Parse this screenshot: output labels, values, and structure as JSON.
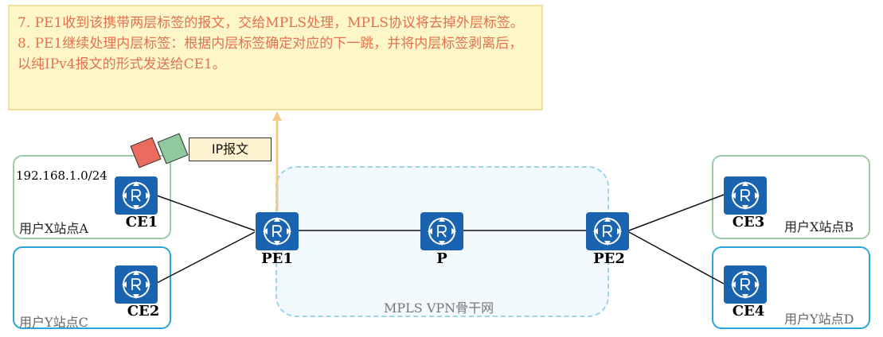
{
  "note": {
    "line1": "7. PE1收到该携带两层标签的报文，交给MPLS处理，MPLS协议将去掉外层标签。",
    "line2": "8. PE1继续处理内层标签：根据内层标签确定对应的下一跳，并将内层标签剥离后，以纯IPv4报文的形式发送给CE1。"
  },
  "packet": {
    "label": "IP报文",
    "colors": [
      "#eb6c5f",
      "#8fc99c"
    ]
  },
  "subnet_label": "192.168.1.0/24",
  "backbone_label": "MPLS VPN骨干网",
  "sites": {
    "a": "用户X站点A",
    "b": "用户X站点B",
    "c": "用户Y站点C",
    "d": "用户Y站点D"
  },
  "nodes": {
    "ce1": "CE1",
    "ce2": "CE2",
    "ce3": "CE3",
    "ce4": "CE4",
    "pe1": "PE1",
    "p": "P",
    "pe2": "PE2"
  },
  "icon": "router-icon",
  "colors": {
    "router": "#1963b0",
    "site_x": "#9ccaa6",
    "site_y": "#2aa6d8",
    "arrow": "#f5c88a",
    "note_text": "#e2724f"
  }
}
